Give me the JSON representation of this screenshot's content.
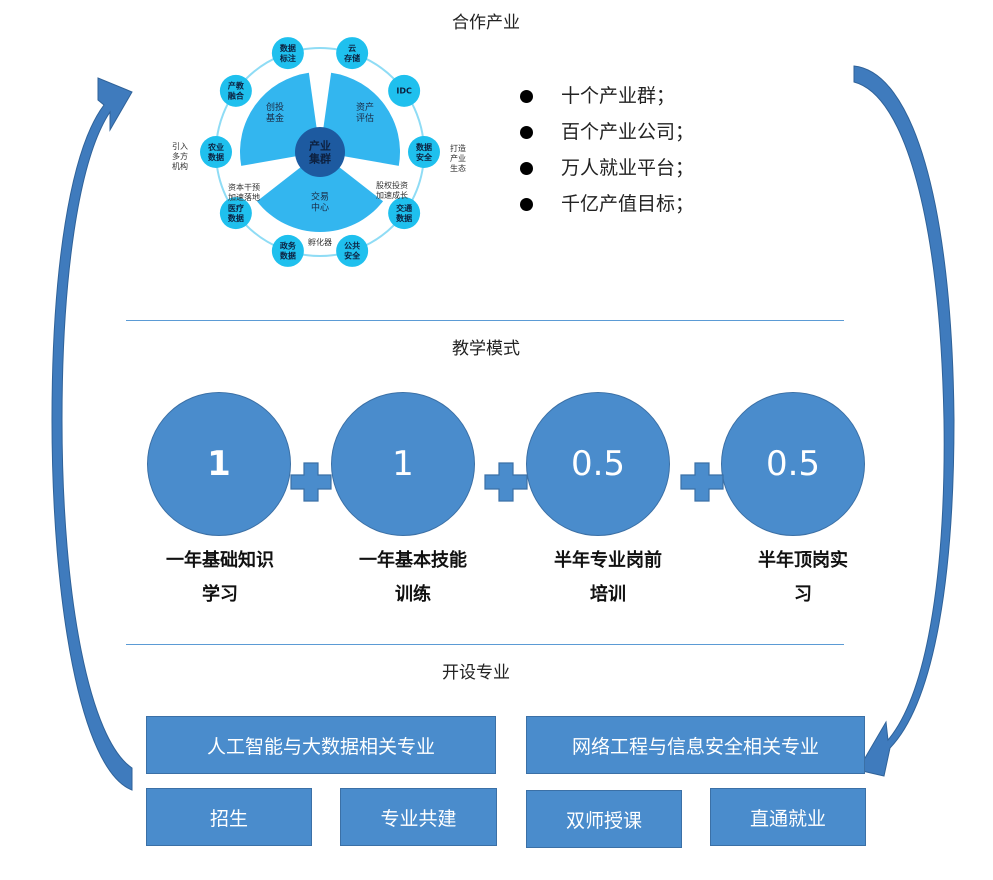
{
  "colors": {
    "accent_blue": "#4a8ccc",
    "accent_border": "#3b70a6",
    "arrow_blue": "#3a6fa3",
    "hub_light": "#33b6ef",
    "hub_node": "#1fc0ee",
    "hub_center": "#1d5aa0",
    "divider": "#5b9bd5"
  },
  "sections": {
    "industry_title": "合作产业",
    "teaching_title": "教学模式",
    "majors_title": "开设专业"
  },
  "hub_diagram": {
    "center": [
      "产业",
      "集群"
    ],
    "sectors": [
      {
        "lines": [
          "创投",
          "基金"
        ]
      },
      {
        "lines": [
          "资产",
          "评估"
        ]
      },
      {
        "lines": [
          "交易",
          "中心"
        ]
      }
    ],
    "nodes": [
      {
        "lines": [
          "数据",
          "标注"
        ]
      },
      {
        "lines": [
          "云",
          "存储"
        ]
      },
      {
        "lines": [
          "IDC"
        ]
      },
      {
        "lines": [
          "数据",
          "安全"
        ]
      },
      {
        "lines": [
          "交通",
          "数据"
        ]
      },
      {
        "lines": [
          "公共",
          "安全"
        ]
      },
      {
        "lines": [
          "政务",
          "数据"
        ]
      },
      {
        "lines": [
          "医疗",
          "数据"
        ]
      },
      {
        "lines": [
          "农业",
          "数据"
        ]
      },
      {
        "lines": [
          "产教",
          "融合"
        ]
      }
    ],
    "annotations": {
      "left": [
        "引入",
        "多方",
        "机构"
      ],
      "right": [
        "打造",
        "产业",
        "生态"
      ],
      "lower_left": [
        "资本干预",
        "加速落地"
      ],
      "lower_right": [
        "股权投资",
        "加速成长"
      ],
      "bottom": "孵化器"
    }
  },
  "industry_goals": [
    "十个产业群；",
    "百个产业公司；",
    "万人就业平台；",
    "千亿产值目标；"
  ],
  "teaching_steps": [
    {
      "value": "1",
      "label_line1": "一年基础知识",
      "label_line2": "学习"
    },
    {
      "value": "1",
      "label_line1": "一年基本技能",
      "label_line2": "训练"
    },
    {
      "value": "0.5",
      "label_line1": "半年专业岗前",
      "label_line2": "培训"
    },
    {
      "value": "0.5",
      "label_line1": "半年顶岗实",
      "label_line2": "习"
    }
  ],
  "majors": {
    "ai_big_data": "人工智能与大数据相关专业",
    "network_security": "网络工程与信息安全相关专业",
    "enrollment": "招生",
    "co_build": "专业共建",
    "dual_teachers": "双师授课",
    "direct_employment": "直通就业"
  }
}
